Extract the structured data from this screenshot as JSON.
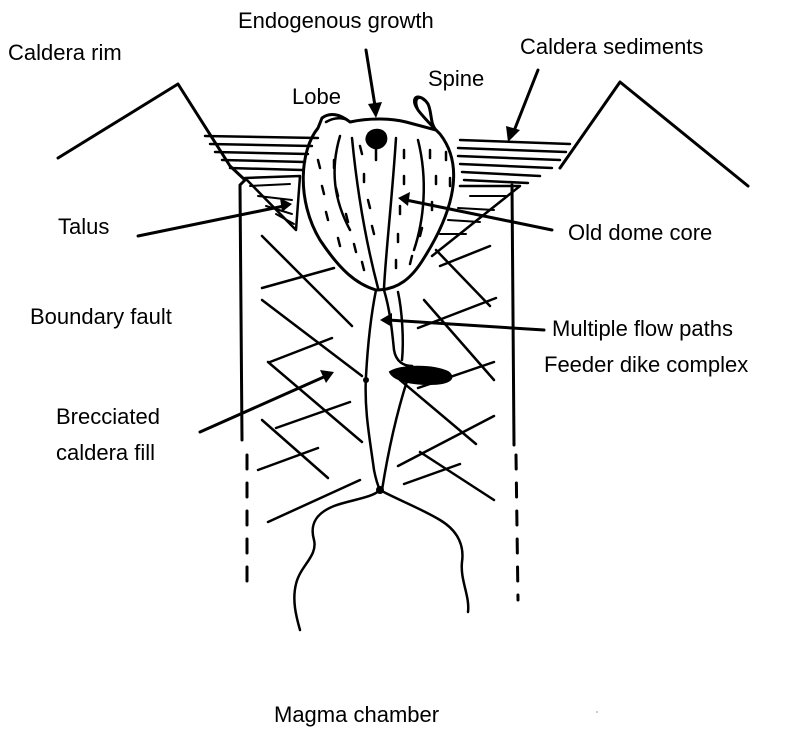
{
  "labels": {
    "caldera_rim": "Caldera rim",
    "endogenous_growth": "Endogenous growth",
    "caldera_sediments": "Caldera sediments",
    "lobe": "Lobe",
    "spine": "Spine",
    "talus": "Talus",
    "old_dome_core": "Old dome core",
    "boundary_fault": "Boundary fault",
    "multiple_flow_paths": "Multiple flow paths",
    "feeder_dike_complex": "Feeder dike complex",
    "brecciated_line1": "Brecciated",
    "brecciated_line2": "caldera fill",
    "magma_chamber": "Magma chamber"
  },
  "colors": {
    "ink": "#000000",
    "background": "#ffffff"
  }
}
